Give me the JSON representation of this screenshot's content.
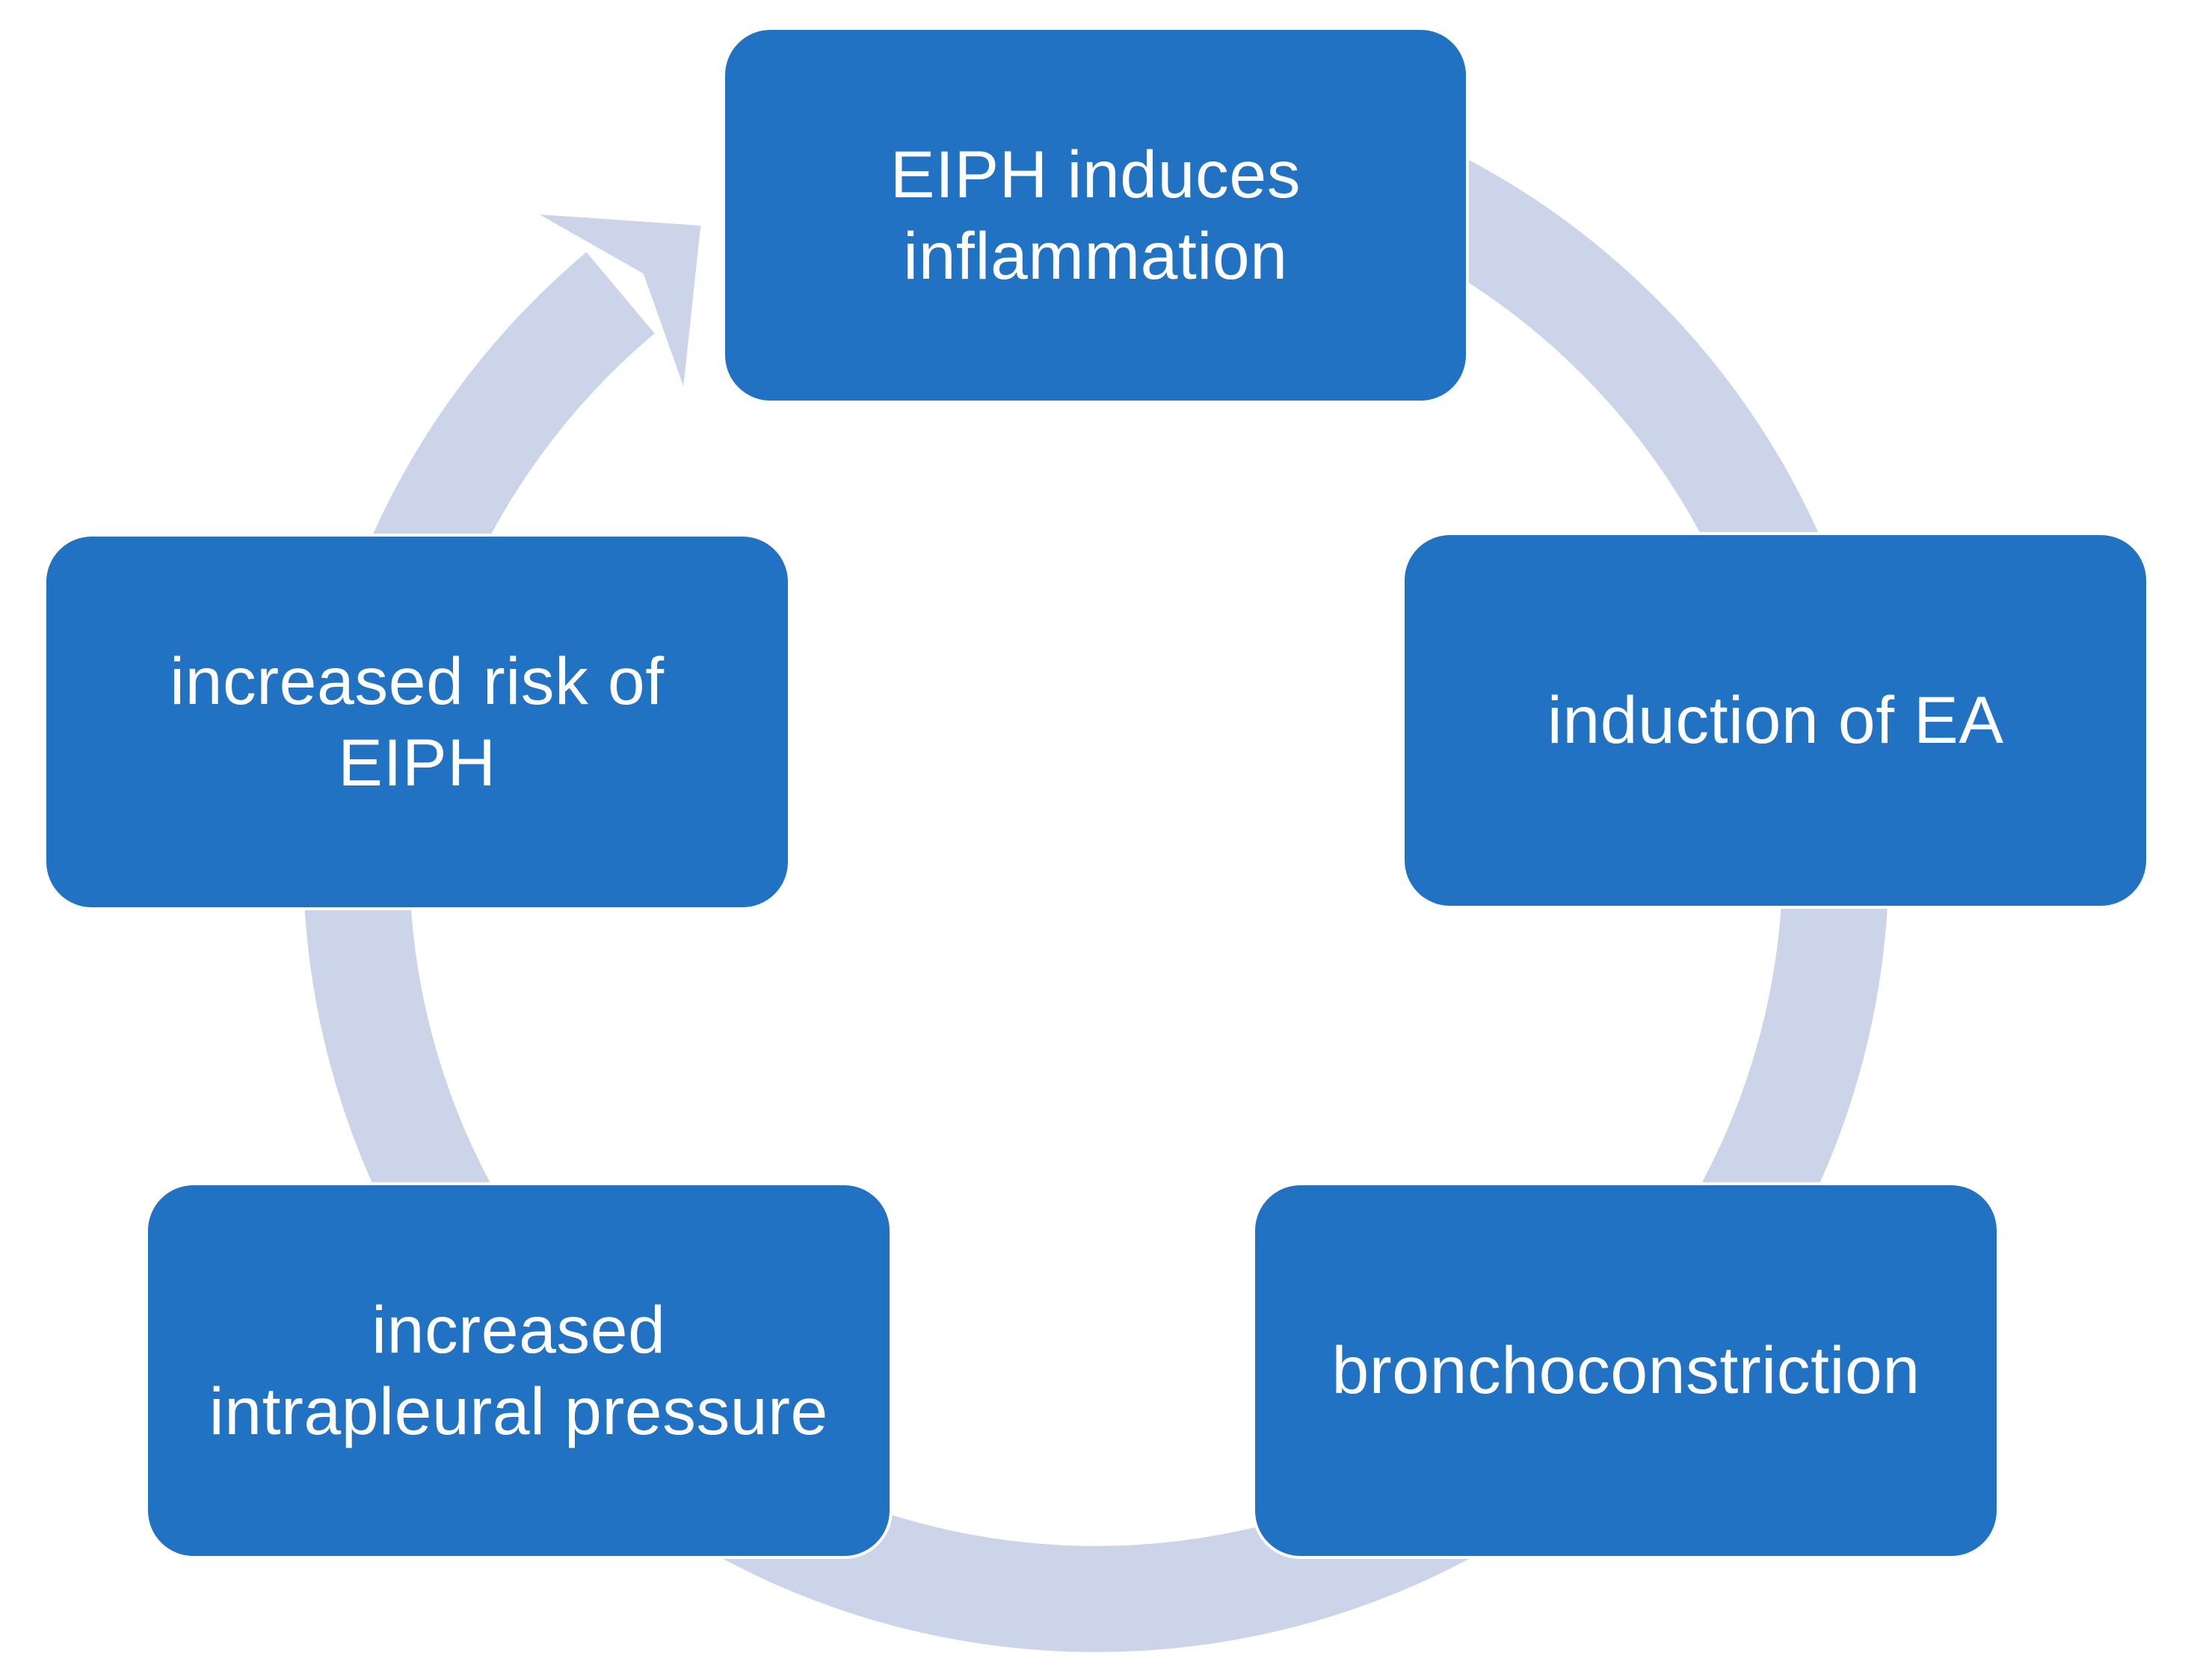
{
  "diagram": {
    "type": "cycle",
    "flow_direction": "clockwise",
    "colors": {
      "node_fill": "#2272c4",
      "node_text": "#ffffff",
      "arrow": "#ccd4e9",
      "background": "#ffffff"
    },
    "nodes": [
      {
        "id": "eiph-induces-inflammation",
        "position": "top",
        "label": "EIPH induces\ninflammation"
      },
      {
        "id": "induction-of-ea",
        "position": "right",
        "label": "induction of EA"
      },
      {
        "id": "bronchoconstriction",
        "position": "bottom-right",
        "label": "bronchoconstriction"
      },
      {
        "id": "increased-intrapleural-pressure",
        "position": "bottom-left",
        "label": "increased\nintrapleural pressure"
      },
      {
        "id": "increased-risk-of-eiph",
        "position": "left",
        "label": "increased risk of\nEIPH"
      }
    ]
  }
}
